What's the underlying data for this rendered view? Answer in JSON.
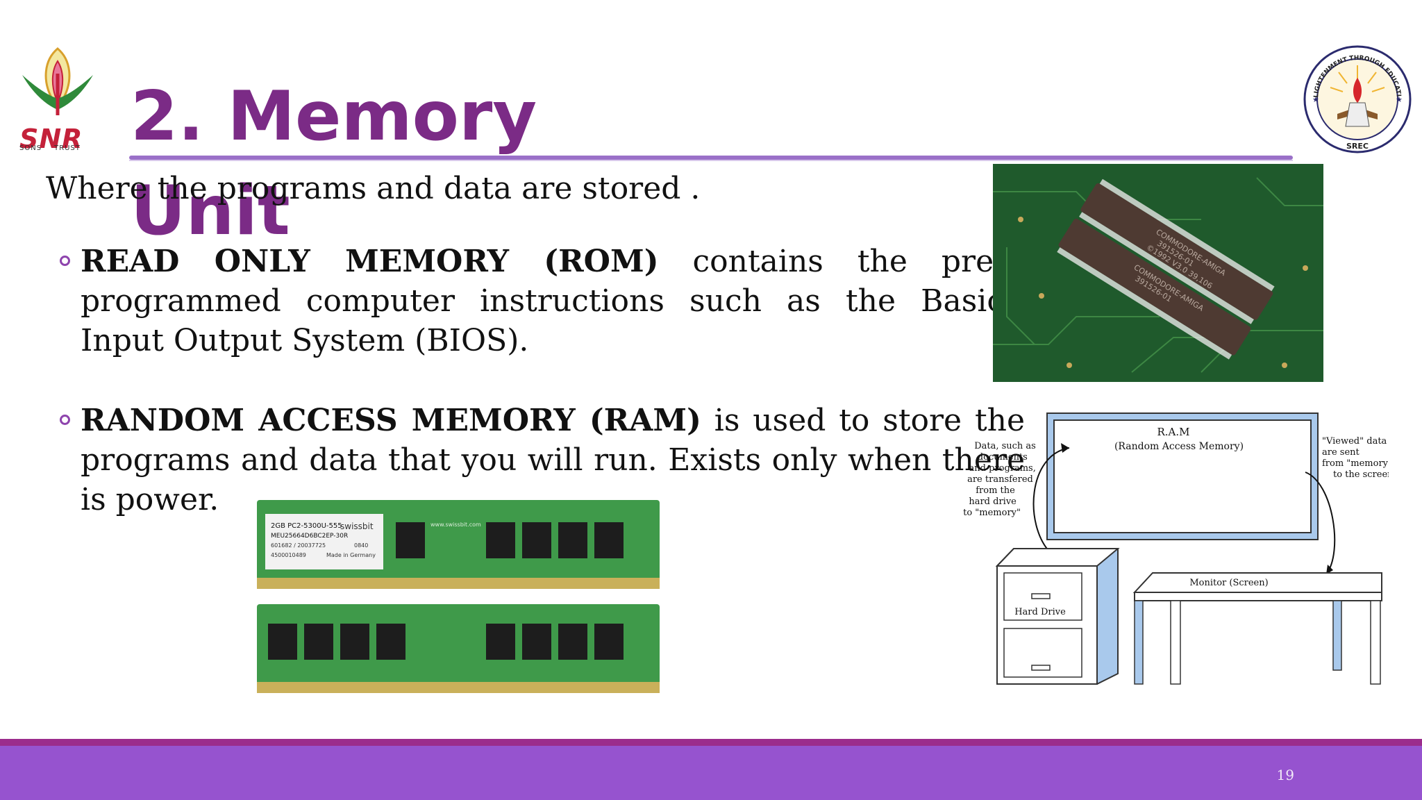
{
  "logo_left": {
    "brand": "SNR",
    "sub_left": "SONS",
    "sub_right": "TRUST"
  },
  "logo_right": {
    "motto": "ENLIGHTENMENT THROUGH EDUCATION",
    "name": "SREC"
  },
  "title": "2.  Memory Unit",
  "subtitle": "Where the programs and data are stored .",
  "bullets": [
    {
      "bold": "READ ONLY MEMORY (ROM)",
      "text": " contains the pre-programmed computer instructions such as the Basic Input Output System (BIOS)."
    },
    {
      "bold": "RANDOM ACCESS MEMORY (RAM)",
      "text": " is used to store the programs and data that you will run. Exists only when there  is power."
    }
  ],
  "rom_chip": {
    "line1": "COMMODORE-AMIGA",
    "line2": "391526-01",
    "line3": "©1992 V3.0 39,106"
  },
  "ram_module": {
    "label1": "2GB PC2-5300U-555",
    "label2": "MEU25664D6BC2EP-30R",
    "label3": "601682 / 20037725",
    "label4": "4500010489",
    "label5": "Made in Germany",
    "brand": "swissbit",
    "code": "0840",
    "url": "www.swissbit.com"
  },
  "diagram": {
    "ram_title": "R.A.M",
    "ram_subtitle": "(Random Access Memory)",
    "left_note": [
      "Data, such as",
      "documents",
      "and programs,",
      "are transfered",
      "from the",
      "hard drive",
      "to \"memory\""
    ],
    "right_note": [
      "\"Viewed\" data",
      "are sent",
      "from \"memory\"",
      "to the screen"
    ],
    "hard_drive": "Hard Drive",
    "monitor": "Monitor (Screen)"
  },
  "page_number": "19"
}
